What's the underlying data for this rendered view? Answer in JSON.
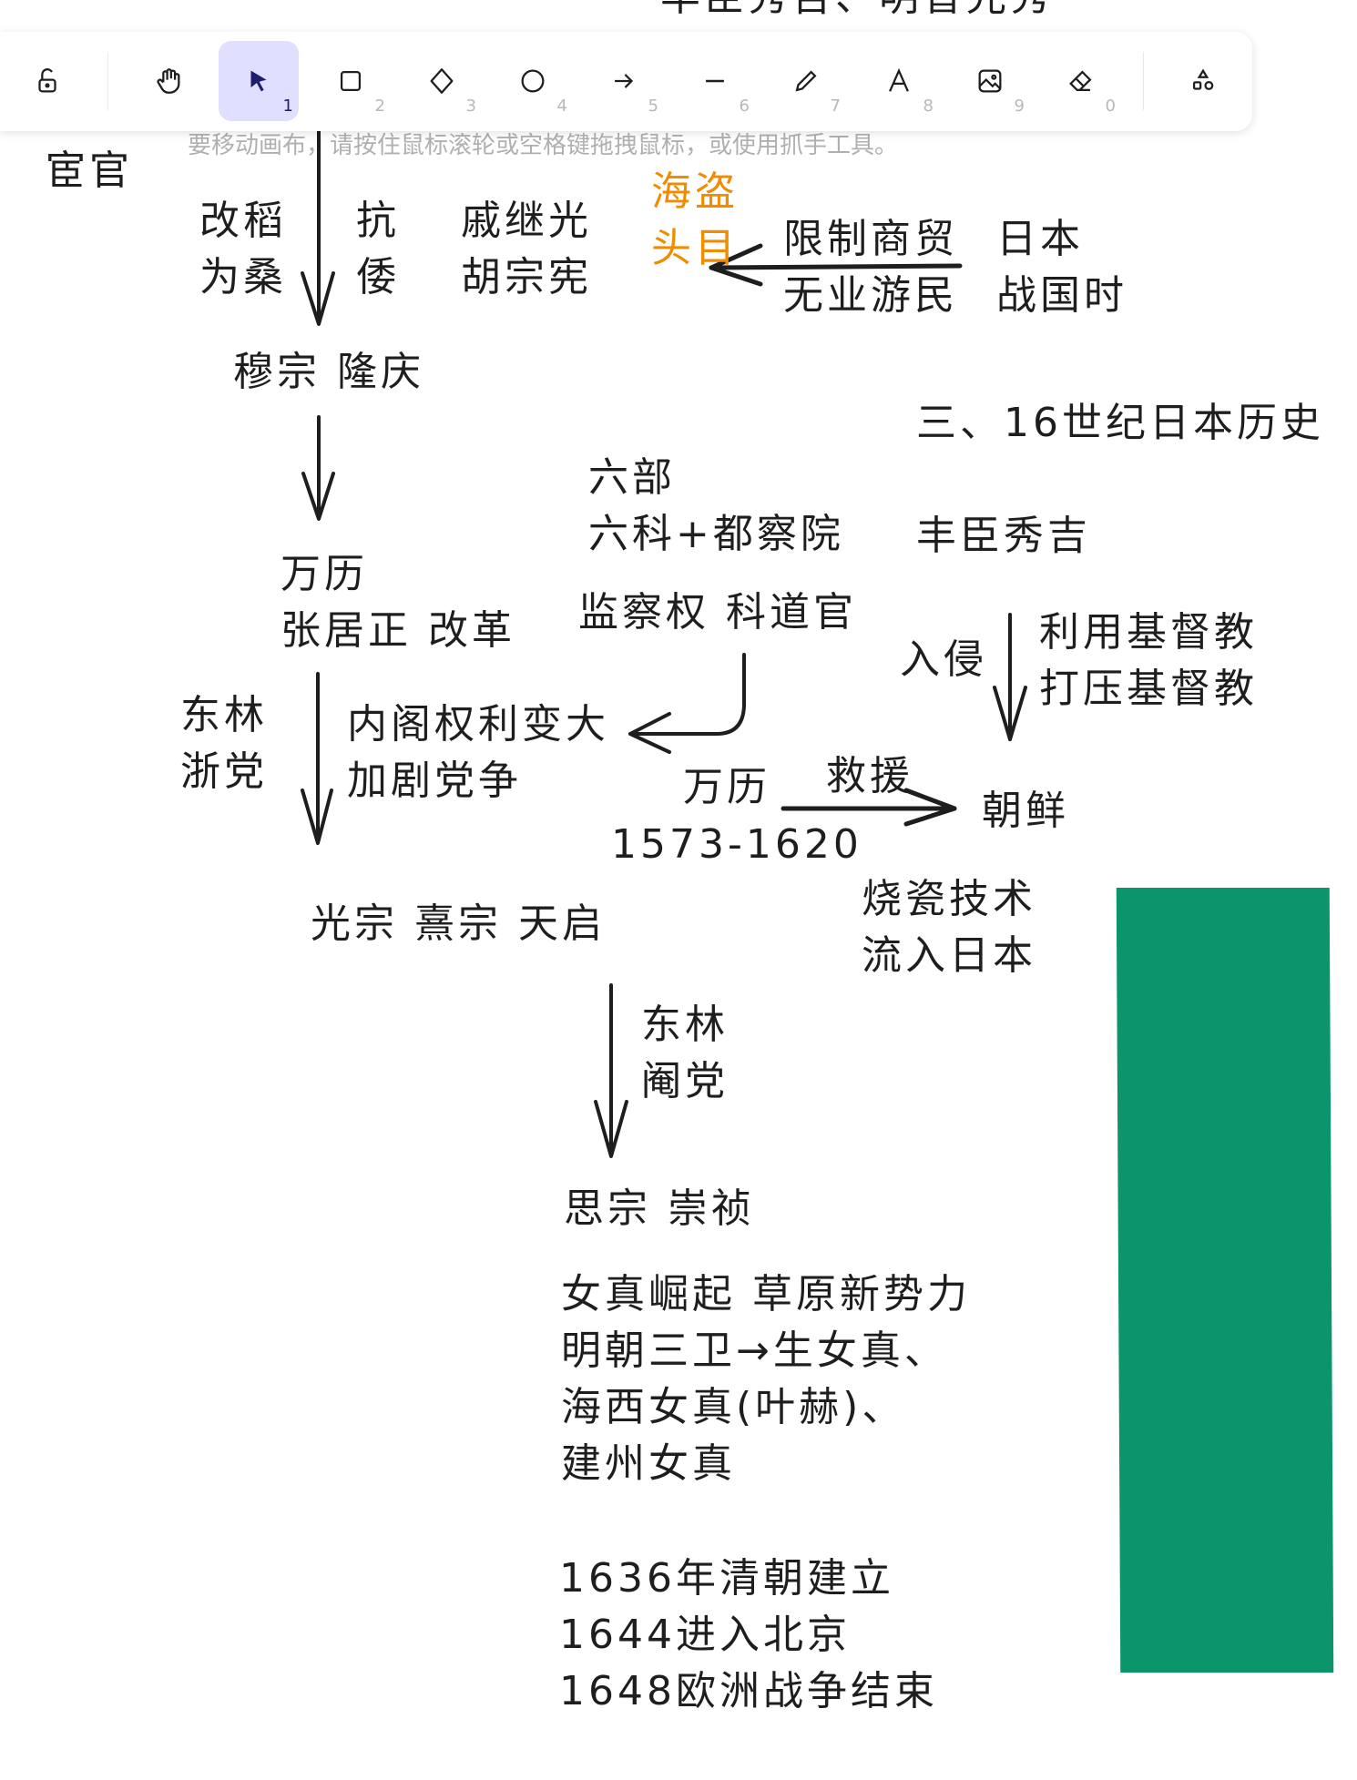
{
  "toolbar": {
    "tools": [
      {
        "name": "lock",
        "key": ""
      },
      {
        "name": "hand",
        "key": ""
      },
      {
        "name": "selection",
        "key": "1",
        "selected": true
      },
      {
        "name": "rectangle",
        "key": "2"
      },
      {
        "name": "diamond",
        "key": "3"
      },
      {
        "name": "ellipse",
        "key": "4"
      },
      {
        "name": "arrow",
        "key": "5"
      },
      {
        "name": "line",
        "key": "6"
      },
      {
        "name": "draw",
        "key": "7"
      },
      {
        "name": "text",
        "key": "8"
      },
      {
        "name": "image",
        "key": "9"
      },
      {
        "name": "eraser",
        "key": "0"
      },
      {
        "name": "extra-tools",
        "key": ""
      }
    ]
  },
  "hint": "要移动画布，请按住鼠标滚轮或空格键拖拽鼠标，或使用抓手工具。",
  "canvas": {
    "top_cut": "丰臣秀吉、明智光秀",
    "huanguan": "宦官",
    "gaidao": [
      "改稻",
      "为桑"
    ],
    "kangwo": [
      "抗",
      "倭"
    ],
    "generals": [
      "戚继光",
      "胡宗宪"
    ],
    "pirate": [
      "海盗",
      "头目"
    ],
    "causes": [
      "限制商贸",
      "无业游民"
    ],
    "japan": [
      "日本",
      "战国时"
    ],
    "muzong": "穆宗 隆庆",
    "section3": "三、16世纪日本历史",
    "liubu": [
      "六部",
      "六科+都察院"
    ],
    "toyotomi": "丰臣秀吉",
    "wanli": [
      "万历",
      "张居正 改革"
    ],
    "jiancha": "监察权 科道官",
    "invade": "入侵",
    "christian": [
      "利用基督教",
      "打压基督教"
    ],
    "donglin_zhe": [
      "东林",
      "浙党"
    ],
    "neige": [
      "内阁权利变大",
      "加剧党争"
    ],
    "wanli2": "万历",
    "rescue": "救援",
    "korea": "朝鲜",
    "years": "1573-1620",
    "guangzong": "光宗  熹宗 天启",
    "porcelain": [
      "烧瓷技术",
      "流入日本"
    ],
    "donglin_yan": [
      "东林",
      "阉党"
    ],
    "sizong": "思宗 崇祯",
    "jurchen": [
      "女真崛起 草原新势力",
      "明朝三卫→生女真、",
      "海西女真(叶赫)、",
      "建州女真"
    ],
    "qing": [
      "1636年清朝建立",
      "1644进入北京",
      "1648欧洲战争结束"
    ]
  },
  "colors": {
    "accent": "#e0dfff",
    "orange": "#f08c00",
    "green": "#0c946a"
  }
}
